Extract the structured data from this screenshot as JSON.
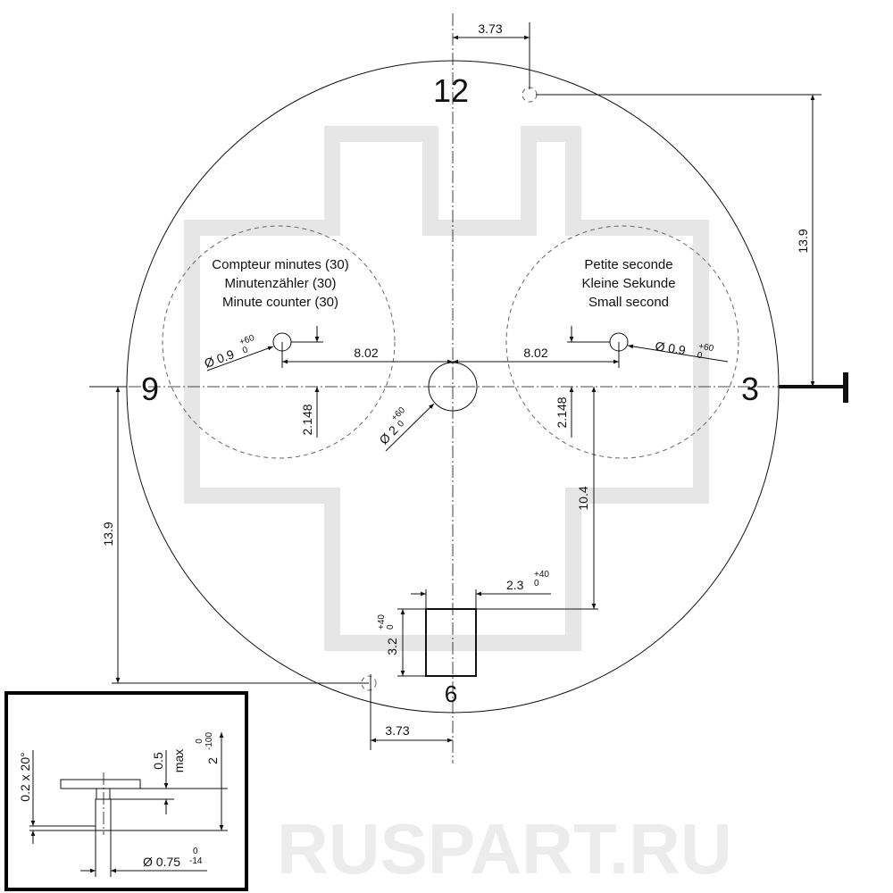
{
  "dial_numbers": {
    "twelve": "12",
    "three": "3",
    "six": "6",
    "nine": "9"
  },
  "subdial_left": {
    "lines": [
      "Compteur minutes (30)",
      "Minutenzähler (30)",
      "Minute counter (30)"
    ]
  },
  "subdial_right": {
    "lines": [
      "Petite seconde",
      "Kleine Sekunde",
      "Small second"
    ]
  },
  "dimensions": {
    "top_offset": "3.73",
    "bottom_offset": "3.73",
    "right_height": "13.9",
    "left_height": "13.9",
    "left_spacing": "8.02",
    "right_spacing": "8.02",
    "left_vertical": "2.148",
    "right_vertical": "2.148",
    "slot_offset": "10.4",
    "left_hole": {
      "value": "Ø 0.9",
      "tol_upper": "+60",
      "tol_lower": "0"
    },
    "right_hole": {
      "value": "Ø 0.9",
      "tol_upper": "+60",
      "tol_lower": "0"
    },
    "center_hole": {
      "value": "Ø 2",
      "tol_upper": "+60",
      "tol_lower": "0"
    },
    "slot_width": {
      "value": "2.3",
      "tol_upper": "+40",
      "tol_lower": "0"
    },
    "slot_height": {
      "value": "3.2",
      "tol_upper": "+40",
      "tol_lower": "0"
    }
  },
  "inset": {
    "chamfer": "0.2 x 20°",
    "height_max": "0.5",
    "max_label": "max",
    "total": {
      "value": "2",
      "tol_upper": "0",
      "tol_lower": "-100"
    },
    "diameter": {
      "value": "Ø 0.75",
      "tol_upper": "0",
      "tol_lower": "-14"
    }
  },
  "watermark": "RUSPART.RU"
}
